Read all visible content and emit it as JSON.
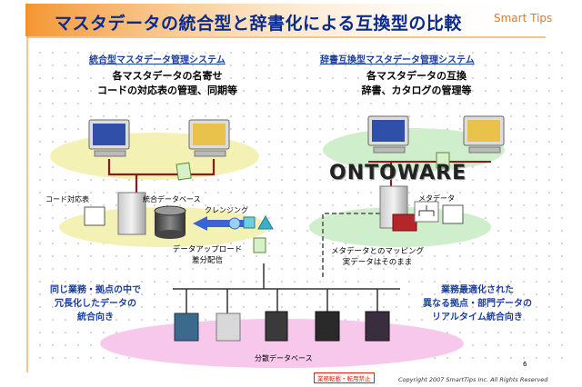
{
  "header": {
    "title": "マスタデータの統合型と辞書化による互換型の比較",
    "logo_text": "Smart Tips"
  },
  "left": {
    "section_title": "統合型マスタデータ管理システム",
    "desc_line1": "各マスタデータの名寄せ",
    "desc_line2": "コードの対応表の管理、同期等",
    "label_code_table": "コード対応表",
    "label_integrated_db": "統合データベース",
    "label_cleansing": "クレンジング",
    "label_upload_line1": "データアップロード",
    "label_upload_line2": "差分配信",
    "note_line1": "同じ業務・拠点の中で",
    "note_line2": "冗長化したデータの",
    "note_line3": "統合向き"
  },
  "right": {
    "section_title": "辞書互換型マスタデータ管理システム",
    "desc_line1": "各マスタデータの互換",
    "desc_line2": "辞書、カタログの管理等",
    "brand_logo": "ONTOWARE",
    "label_metadata": "メタデータ",
    "label_mapping_line1": "メタデータとのマッピング",
    "label_mapping_line2": "実データはそのまま",
    "note_line1": "業務最適化された",
    "note_line2": "異なる拠点・部門データの",
    "note_line3": "リアルタイム統合向き"
  },
  "footer": {
    "distributed_db_label": "分散データベース",
    "page_number": "6",
    "stamp": "業務転載・転用禁止",
    "copyright": "Copyright 2007 SmartTips Inc. All Rights Reserved"
  },
  "colors": {
    "title_blue": "#0a2a8c",
    "label_blue": "#1c3f9e",
    "title_band_orange": "#f28a1a",
    "ellipse_yellow": "#f3f2b4",
    "ellipse_green": "#cfeecb",
    "ellipse_pink": "#f8c8ec",
    "connector_dark_red": "#8b1a1a",
    "cleansing_arrow_blue": "#3a63d6"
  }
}
